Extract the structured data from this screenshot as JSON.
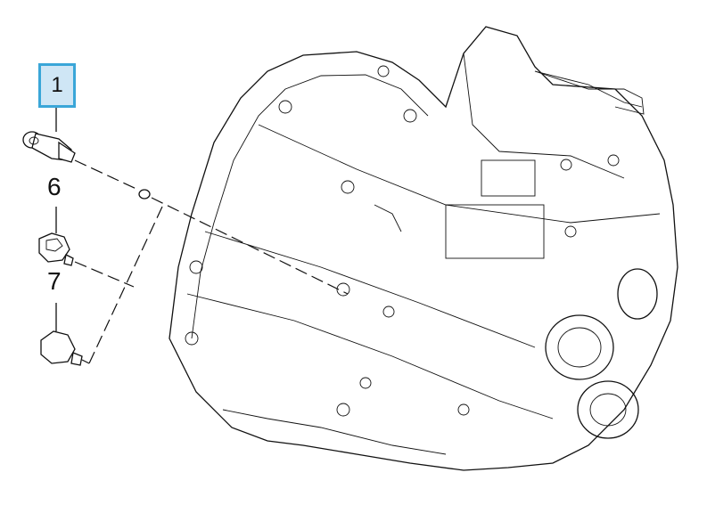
{
  "diagram": {
    "callouts": [
      {
        "id": "1",
        "label": "1",
        "highlighted": true,
        "highlight_color": "#3aa6d8"
      },
      {
        "id": "6",
        "label": "6"
      },
      {
        "id": "7",
        "label": "7"
      }
    ]
  }
}
